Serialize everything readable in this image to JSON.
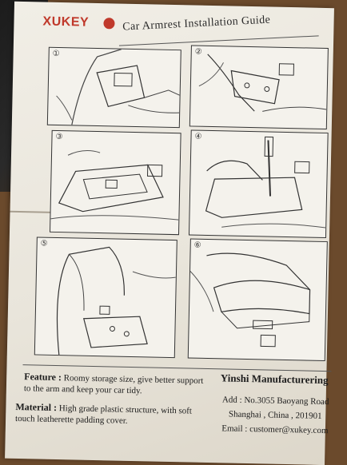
{
  "header": {
    "logo": "XUKEY",
    "title": "Car Armrest Installation Guide"
  },
  "steps": [
    {
      "number": "①"
    },
    {
      "number": "②"
    },
    {
      "number": "③"
    },
    {
      "number": "④"
    },
    {
      "number": "⑤"
    },
    {
      "number": "⑥"
    }
  ],
  "feature": {
    "label": "Feature :",
    "text": "Roomy storage size, give better support to the arm and keep your car tidy."
  },
  "material": {
    "label": "Material :",
    "text": "High grade plastic structure, with soft touch leatherette padding cover."
  },
  "manufacturer": {
    "name": "Yinshi Manufacturering",
    "address_line1": "Add : No.3055 Baoyang Road",
    "address_line2": "Shanghai , China , 201901",
    "email": "Email : customer@xukey.com"
  },
  "colors": {
    "logo": "#c0392b",
    "paper": "#ece9e1",
    "ink": "#1c1c1c"
  }
}
